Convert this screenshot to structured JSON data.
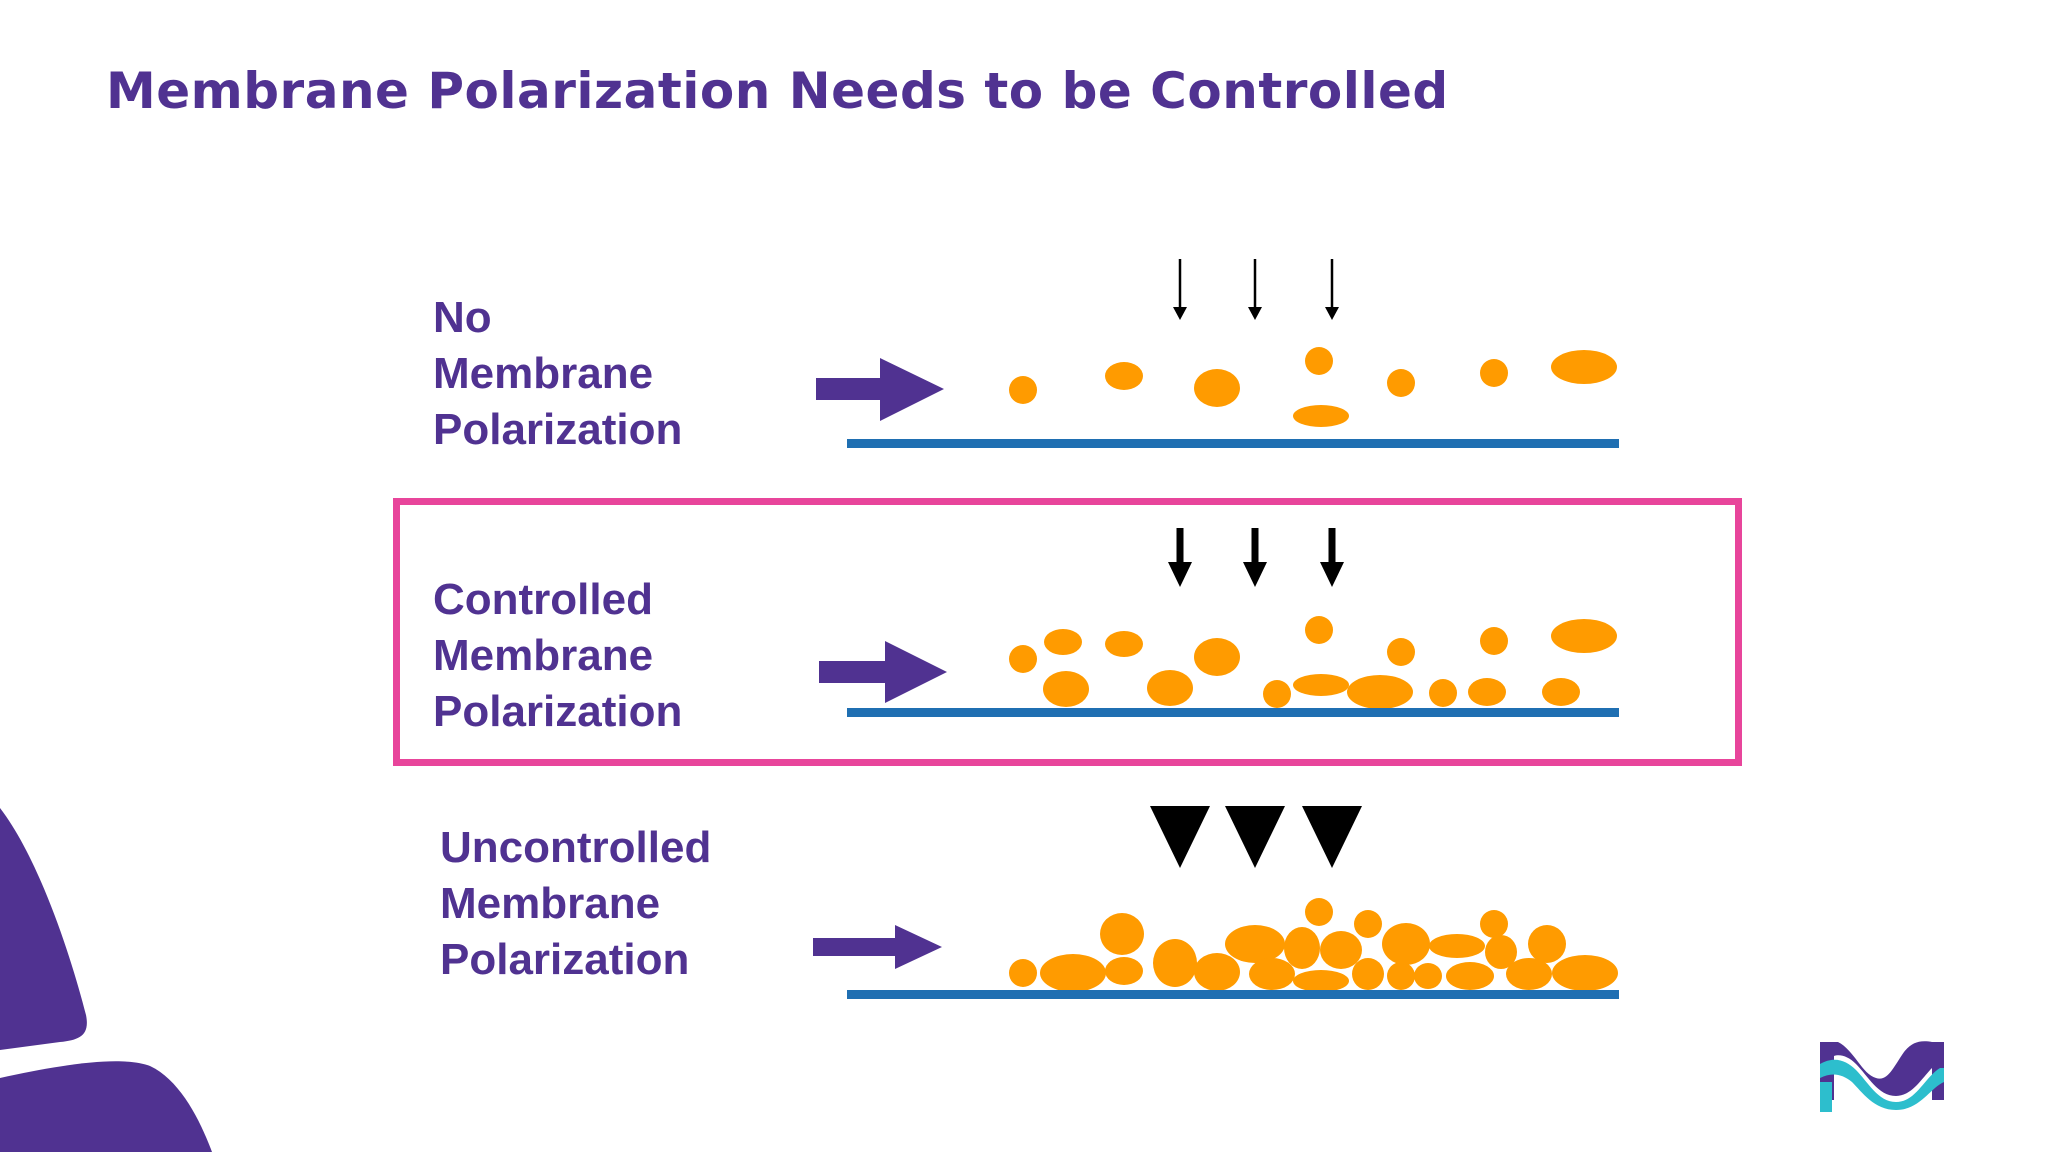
{
  "title": "Membrane Polarization Needs to be Controlled",
  "rows": [
    {
      "label_lines": [
        "No",
        "Membrane",
        "Polarization"
      ]
    },
    {
      "label_lines": [
        "Controlled",
        "Membrane",
        "Polarization"
      ],
      "highlighted": true
    },
    {
      "label_lines": [
        "Uncontrolled",
        "Membrane",
        "Polarization"
      ]
    }
  ],
  "colors": {
    "title": "#503291",
    "flow_arrow": "#503291",
    "particle": "#ff9b00",
    "membrane": "#1f6fb2",
    "highlight": "#e8459b",
    "pressure_arrow": "#000000",
    "logo_teal": "#2dbecd",
    "logo_purple": "#503291"
  },
  "icons": {
    "flow": "right-arrow-icon",
    "pressure": "down-arrow-icon",
    "logo": "brand-m-logo-icon"
  }
}
